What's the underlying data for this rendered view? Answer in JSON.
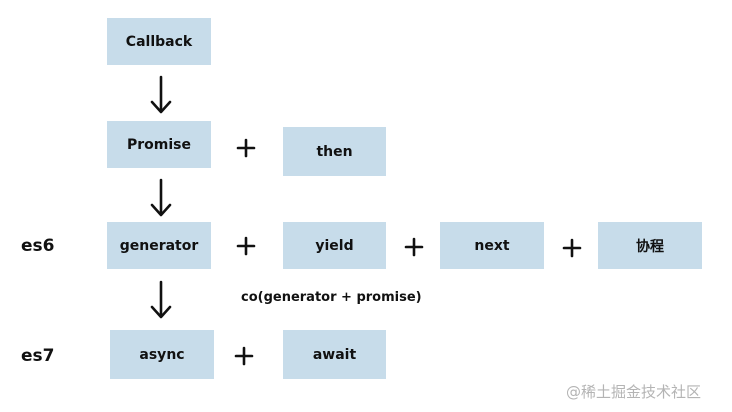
{
  "nodes": {
    "callback": "Callback",
    "promise": "Promise",
    "then": "then",
    "generator": "generator",
    "yield": "yield",
    "next": "next",
    "coroutine": "协程",
    "async": "async",
    "await": "await"
  },
  "labels": {
    "es6": "es6",
    "es7": "es7",
    "co_note": "co(generator + promise)"
  },
  "watermark": "@稀土掘金技术社区",
  "colors": {
    "box_fill": "#c7dcea",
    "text": "#111111",
    "watermark": "#b4b4b4"
  }
}
